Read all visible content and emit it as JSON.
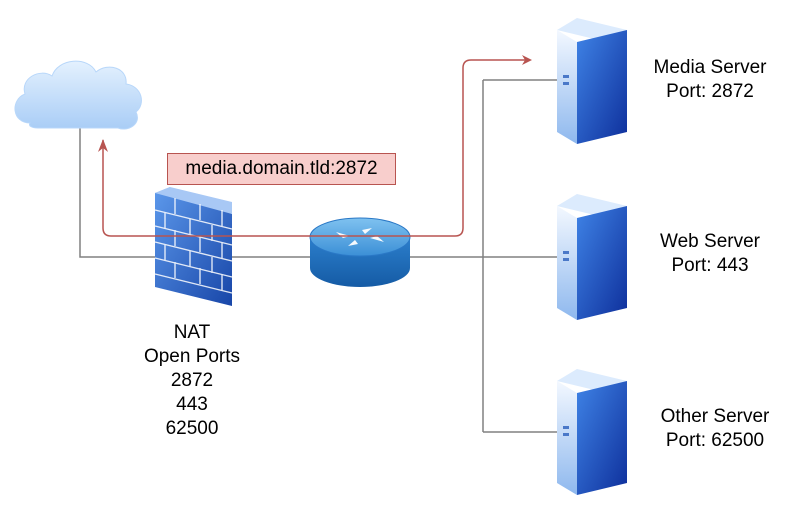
{
  "colors": {
    "link_line": "#808080",
    "route_arrow": "#b85450",
    "callout_fill": "#f8cecc",
    "callout_border": "#b85450",
    "cloud": "#c7e0fb",
    "server": "#1f57c3",
    "firewall": "#2c6cd0",
    "router": "#2a8ad6"
  },
  "icons": [
    "cloud-icon",
    "firewall-icon",
    "router-icon",
    "server-icon"
  ],
  "route_callout": "media.domain.tld:2872",
  "nat": {
    "title": "NAT",
    "subtitle": "Open Ports",
    "ports": [
      "2872",
      "443",
      "62500"
    ]
  },
  "servers": [
    {
      "name": "Media Server",
      "port": "Port: 2872"
    },
    {
      "name": "Web Server",
      "port": "Port: 443"
    },
    {
      "name": "Other Server",
      "port": "Port: 62500"
    }
  ]
}
